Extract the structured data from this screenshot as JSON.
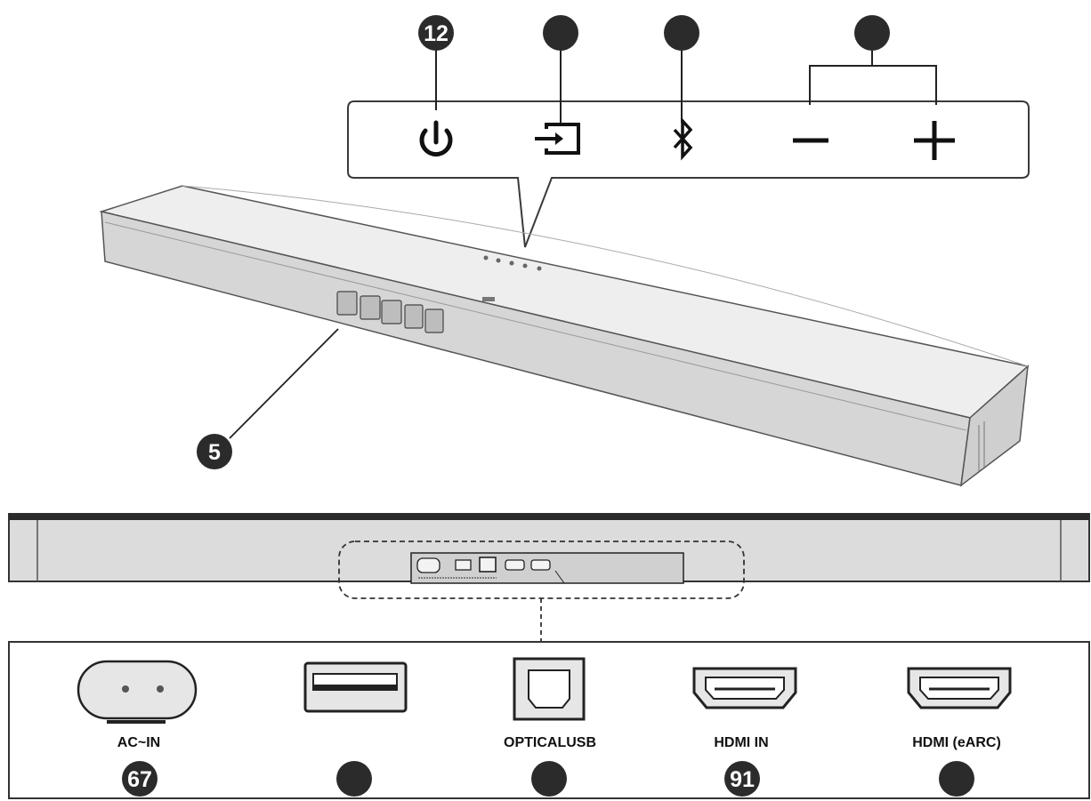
{
  "colors": {
    "ink": "#1f1f1f",
    "badge": "#2b2b2b",
    "bar_face": "#d9d9d9",
    "bar_top": "#ededed",
    "background": "#ffffff"
  },
  "top_panel": {
    "callouts": [
      {
        "label": "12",
        "icon": "power-icon"
      },
      {
        "label": "",
        "icon": "input-source-icon"
      },
      {
        "label": "",
        "icon": "bluetooth-icon"
      },
      {
        "label": "",
        "icon": "volume-buttons"
      }
    ],
    "buttons": [
      {
        "icon": "power-icon"
      },
      {
        "icon": "input-source-icon"
      },
      {
        "icon": "bluetooth-icon"
      },
      {
        "icon": "volume-down-icon"
      },
      {
        "icon": "volume-up-icon"
      }
    ]
  },
  "front_callout": {
    "label": "5",
    "icon": "display-icon"
  },
  "ports": [
    {
      "label": "AC~IN",
      "callout": "67",
      "icon": "ac-in-port-icon"
    },
    {
      "label": "",
      "callout": "",
      "icon": "usb-port-icon"
    },
    {
      "label": "OPTICALUSB",
      "callout": "",
      "icon": "optical-port-icon"
    },
    {
      "label": "HDMI IN",
      "callout": "91",
      "icon": "hdmi-in-port-icon"
    },
    {
      "label": "HDMI (eARC)",
      "callout": "",
      "icon": "hdmi-earc-port-icon"
    }
  ]
}
